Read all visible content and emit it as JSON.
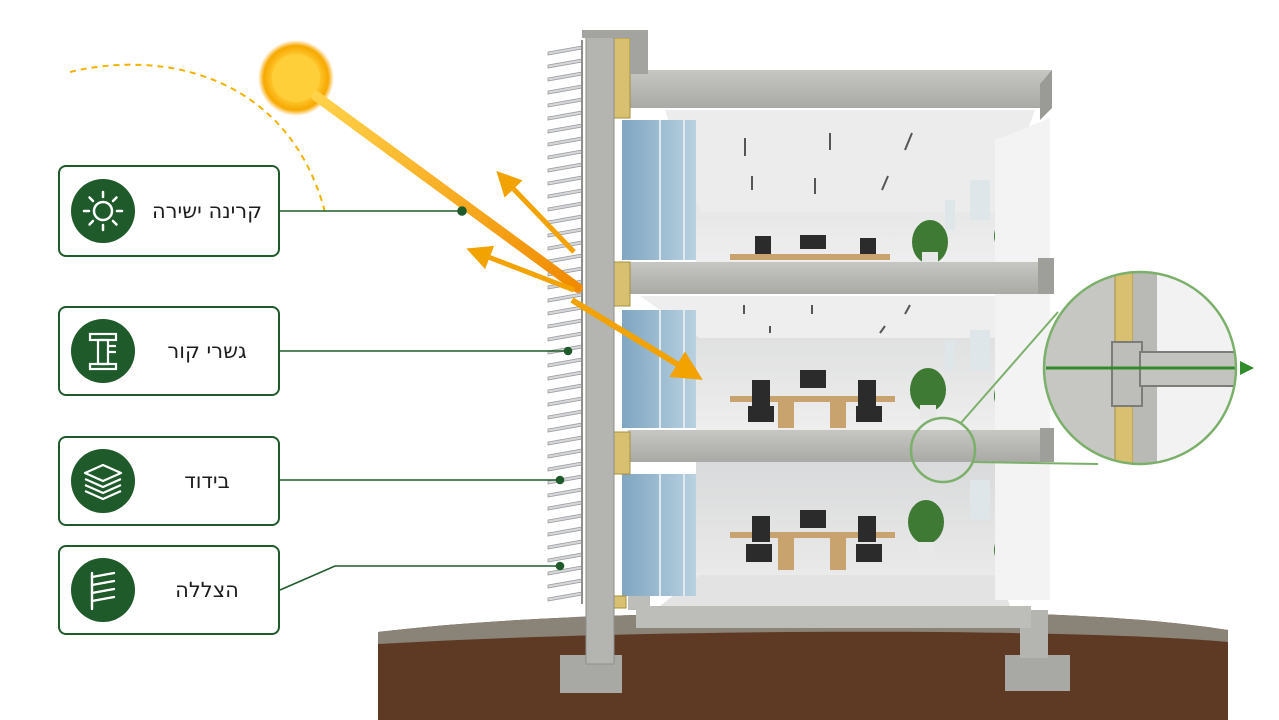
{
  "callouts": [
    {
      "id": "direct-radiation",
      "label": "קרינה ישירה",
      "icon": "sun-icon"
    },
    {
      "id": "thermal-bridges",
      "label": "גשרי קור",
      "icon": "thermal-bridge-icon"
    },
    {
      "id": "insulation",
      "label": "בידוד",
      "icon": "insulation-layers-icon"
    },
    {
      "id": "shading",
      "label": "הצללה",
      "icon": "shading-louver-icon"
    }
  ],
  "colors": {
    "accent_green": "#1f5a2b",
    "sun": "#f7b500",
    "ray_orange": "#f08a00",
    "concrete": "#b9b9b6",
    "insulation": "#d8c070",
    "soil": "#5e3a24"
  }
}
